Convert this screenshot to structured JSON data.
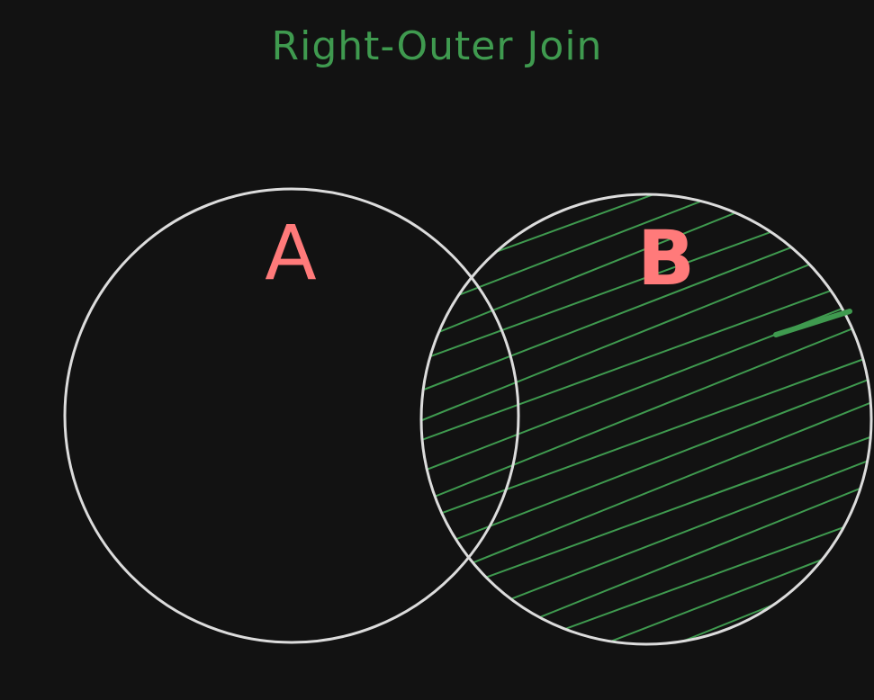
{
  "diagram": {
    "title": "Right-Outer Join",
    "sets": [
      {
        "label": "A",
        "highlighted": false
      },
      {
        "label": "B",
        "highlighted": true
      }
    ]
  },
  "colors": {
    "background": "#121212",
    "title": "#3f9a4f",
    "circle_stroke": "#dcdcdc",
    "set_label": "#ff7a7a",
    "hatch": "#3f9a4f"
  }
}
